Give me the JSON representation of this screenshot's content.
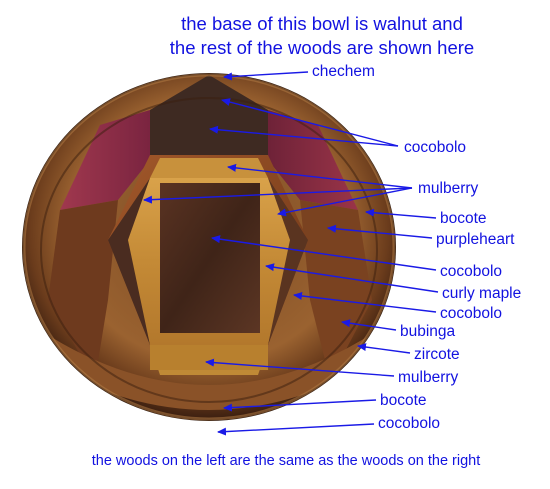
{
  "title_lines": [
    "the base of this bowl is walnut and",
    "the rest of the woods are shown here"
  ],
  "labels": [
    {
      "id": "chechem",
      "text": "chechem"
    },
    {
      "id": "cocobolo-top",
      "text": "cocobolo"
    },
    {
      "id": "mulberry-upper",
      "text": "mulberry"
    },
    {
      "id": "bocote-upper",
      "text": "bocote"
    },
    {
      "id": "purpleheart",
      "text": "purpleheart"
    },
    {
      "id": "cocobolo-mid",
      "text": "cocobolo"
    },
    {
      "id": "curly-maple",
      "text": "curly maple"
    },
    {
      "id": "cocobolo-lower",
      "text": "cocobolo"
    },
    {
      "id": "bubinga",
      "text": "bubinga"
    },
    {
      "id": "zircote",
      "text": "zircote"
    },
    {
      "id": "mulberry-lower",
      "text": "mulberry"
    },
    {
      "id": "bocote-lower",
      "text": "bocote"
    },
    {
      "id": "cocobolo-bottom",
      "text": "cocobolo"
    }
  ],
  "footer": "the woods on the left are the same as the woods on the right",
  "colors": {
    "text": "#1212e0",
    "arrow": "#1a1ae6",
    "walnut": "#4a2a1c",
    "cocobolo": "#8a4a22",
    "mulberry": "#c48a2e",
    "purpleheart": "#8a2a48",
    "curly_maple": "#c89040",
    "bocote": "#a06a30"
  }
}
